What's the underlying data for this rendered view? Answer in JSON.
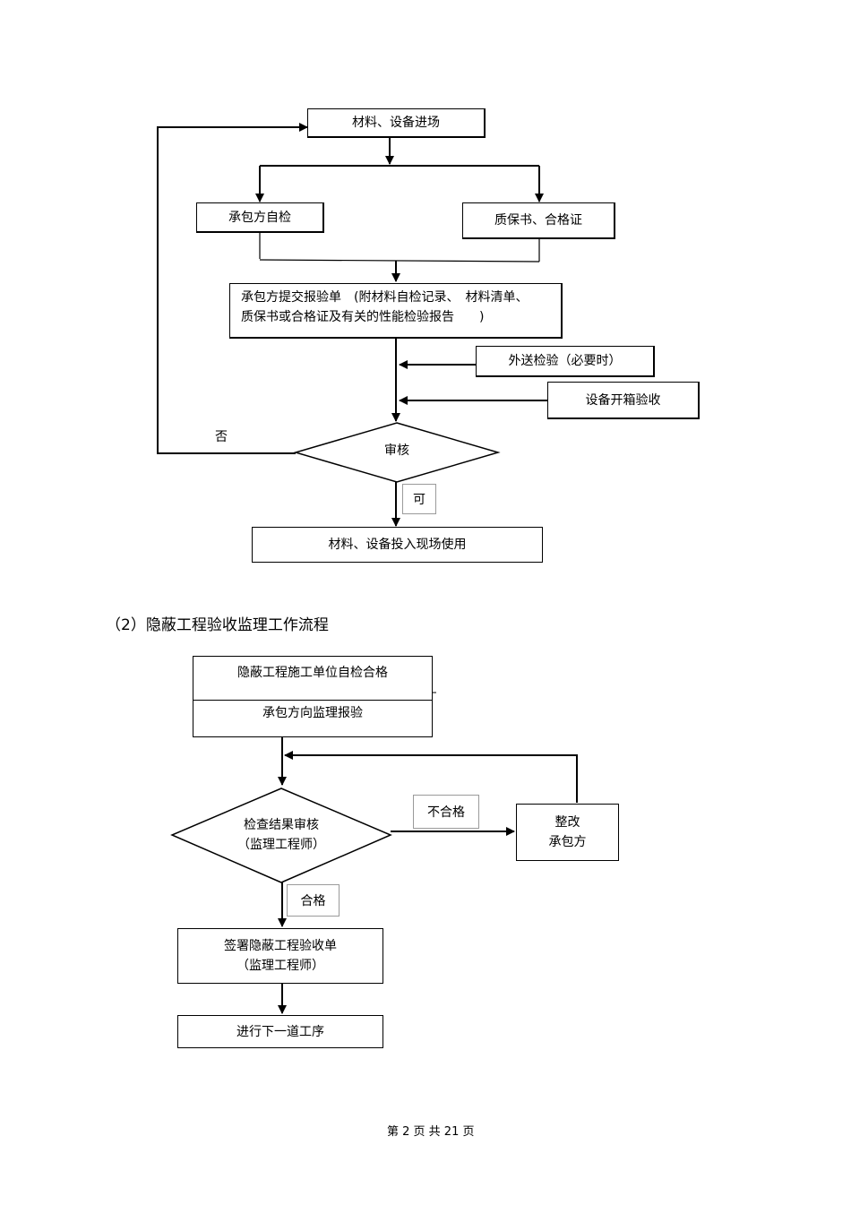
{
  "flow1": {
    "start": "材料、设备进场",
    "self_check": "承包方自检",
    "certificates": "质保书、合格证",
    "submit_line1": "承包方提交报验单　(附材料自检记录、　材料清单、",
    "submit_line2": "质保书或合格证及有关的性能检验报告　　)",
    "external_test": "外送检验（必要时）",
    "unpack_check": "设备开箱验收",
    "review": "审核",
    "no_label": "否",
    "yes_label": "可",
    "end": "材料、设备投入现场使用"
  },
  "section2": {
    "heading": "（2）隐蔽工程验收监理工作流程"
  },
  "flow2": {
    "step1": "隐蔽工程施工单位自检合格",
    "step2": "承包方向监理报验",
    "check_line1": "检查结果审核",
    "check_line2": "（监理工程师）",
    "fail_label": "不合格",
    "rectify_line1": "整改",
    "rectify_line2": "承包方",
    "pass_label": "合格",
    "sign_line1": "签署隐蔽工程验收单",
    "sign_line2": "（监理工程师）",
    "next": "进行下一道工序"
  },
  "footer": {
    "text": "第 2 页 共 21 页"
  }
}
